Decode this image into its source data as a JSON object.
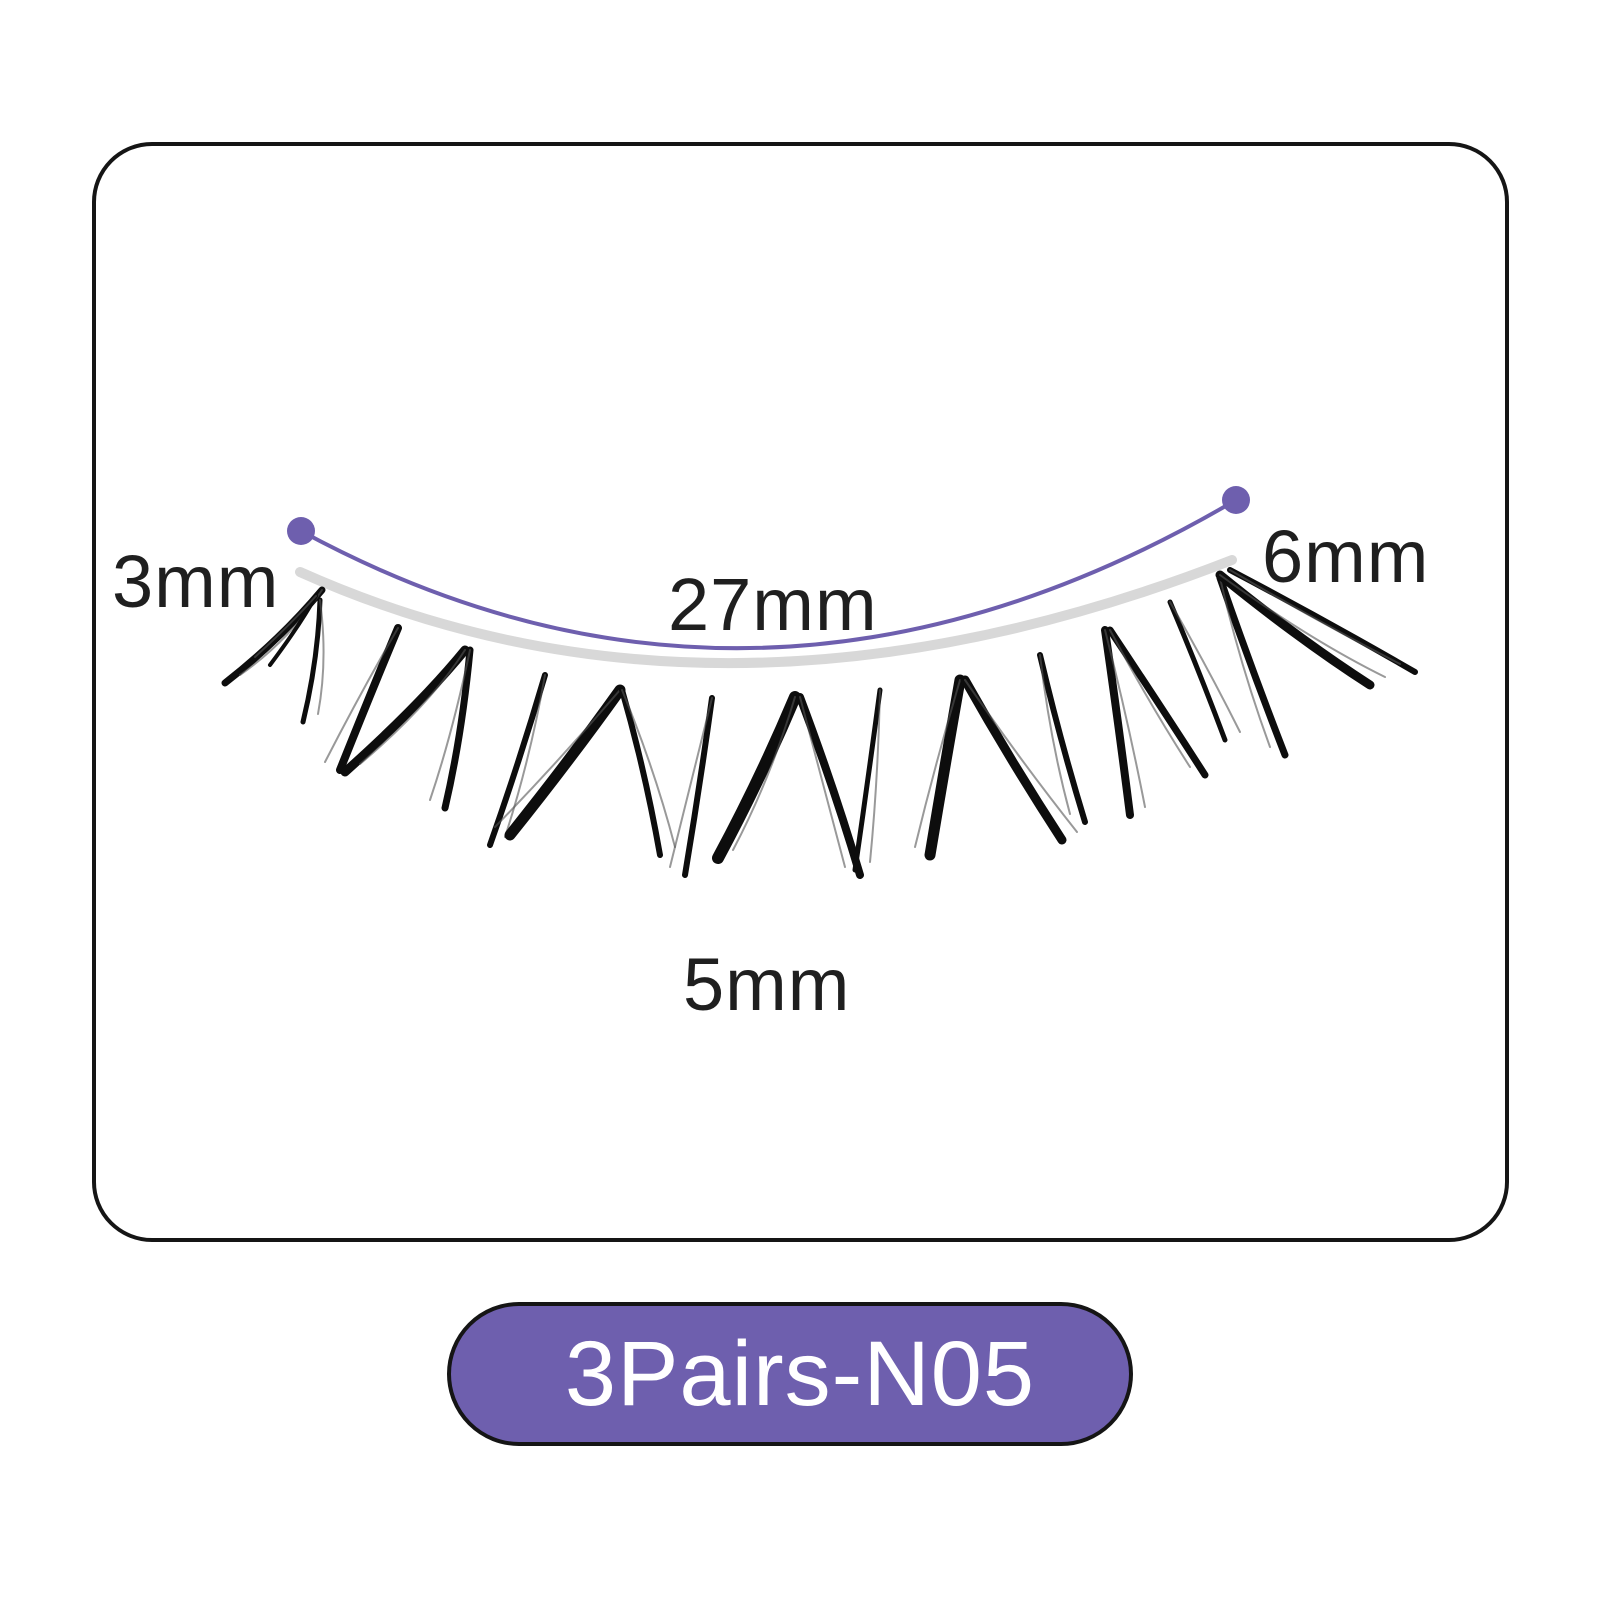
{
  "measurements": {
    "inner_length": "3mm",
    "band_length": "27mm",
    "outer_length": "6mm",
    "center_length": "5mm"
  },
  "product": {
    "label": "3Pairs-N05"
  },
  "colors": {
    "accent": "#6e5fae",
    "frame": "#151515",
    "lash": "#0d0d0d",
    "text": "#1f1f1f"
  },
  "icons": {
    "endpoint_marker": "dot",
    "lash_strip": "false-eyelash-strip"
  }
}
